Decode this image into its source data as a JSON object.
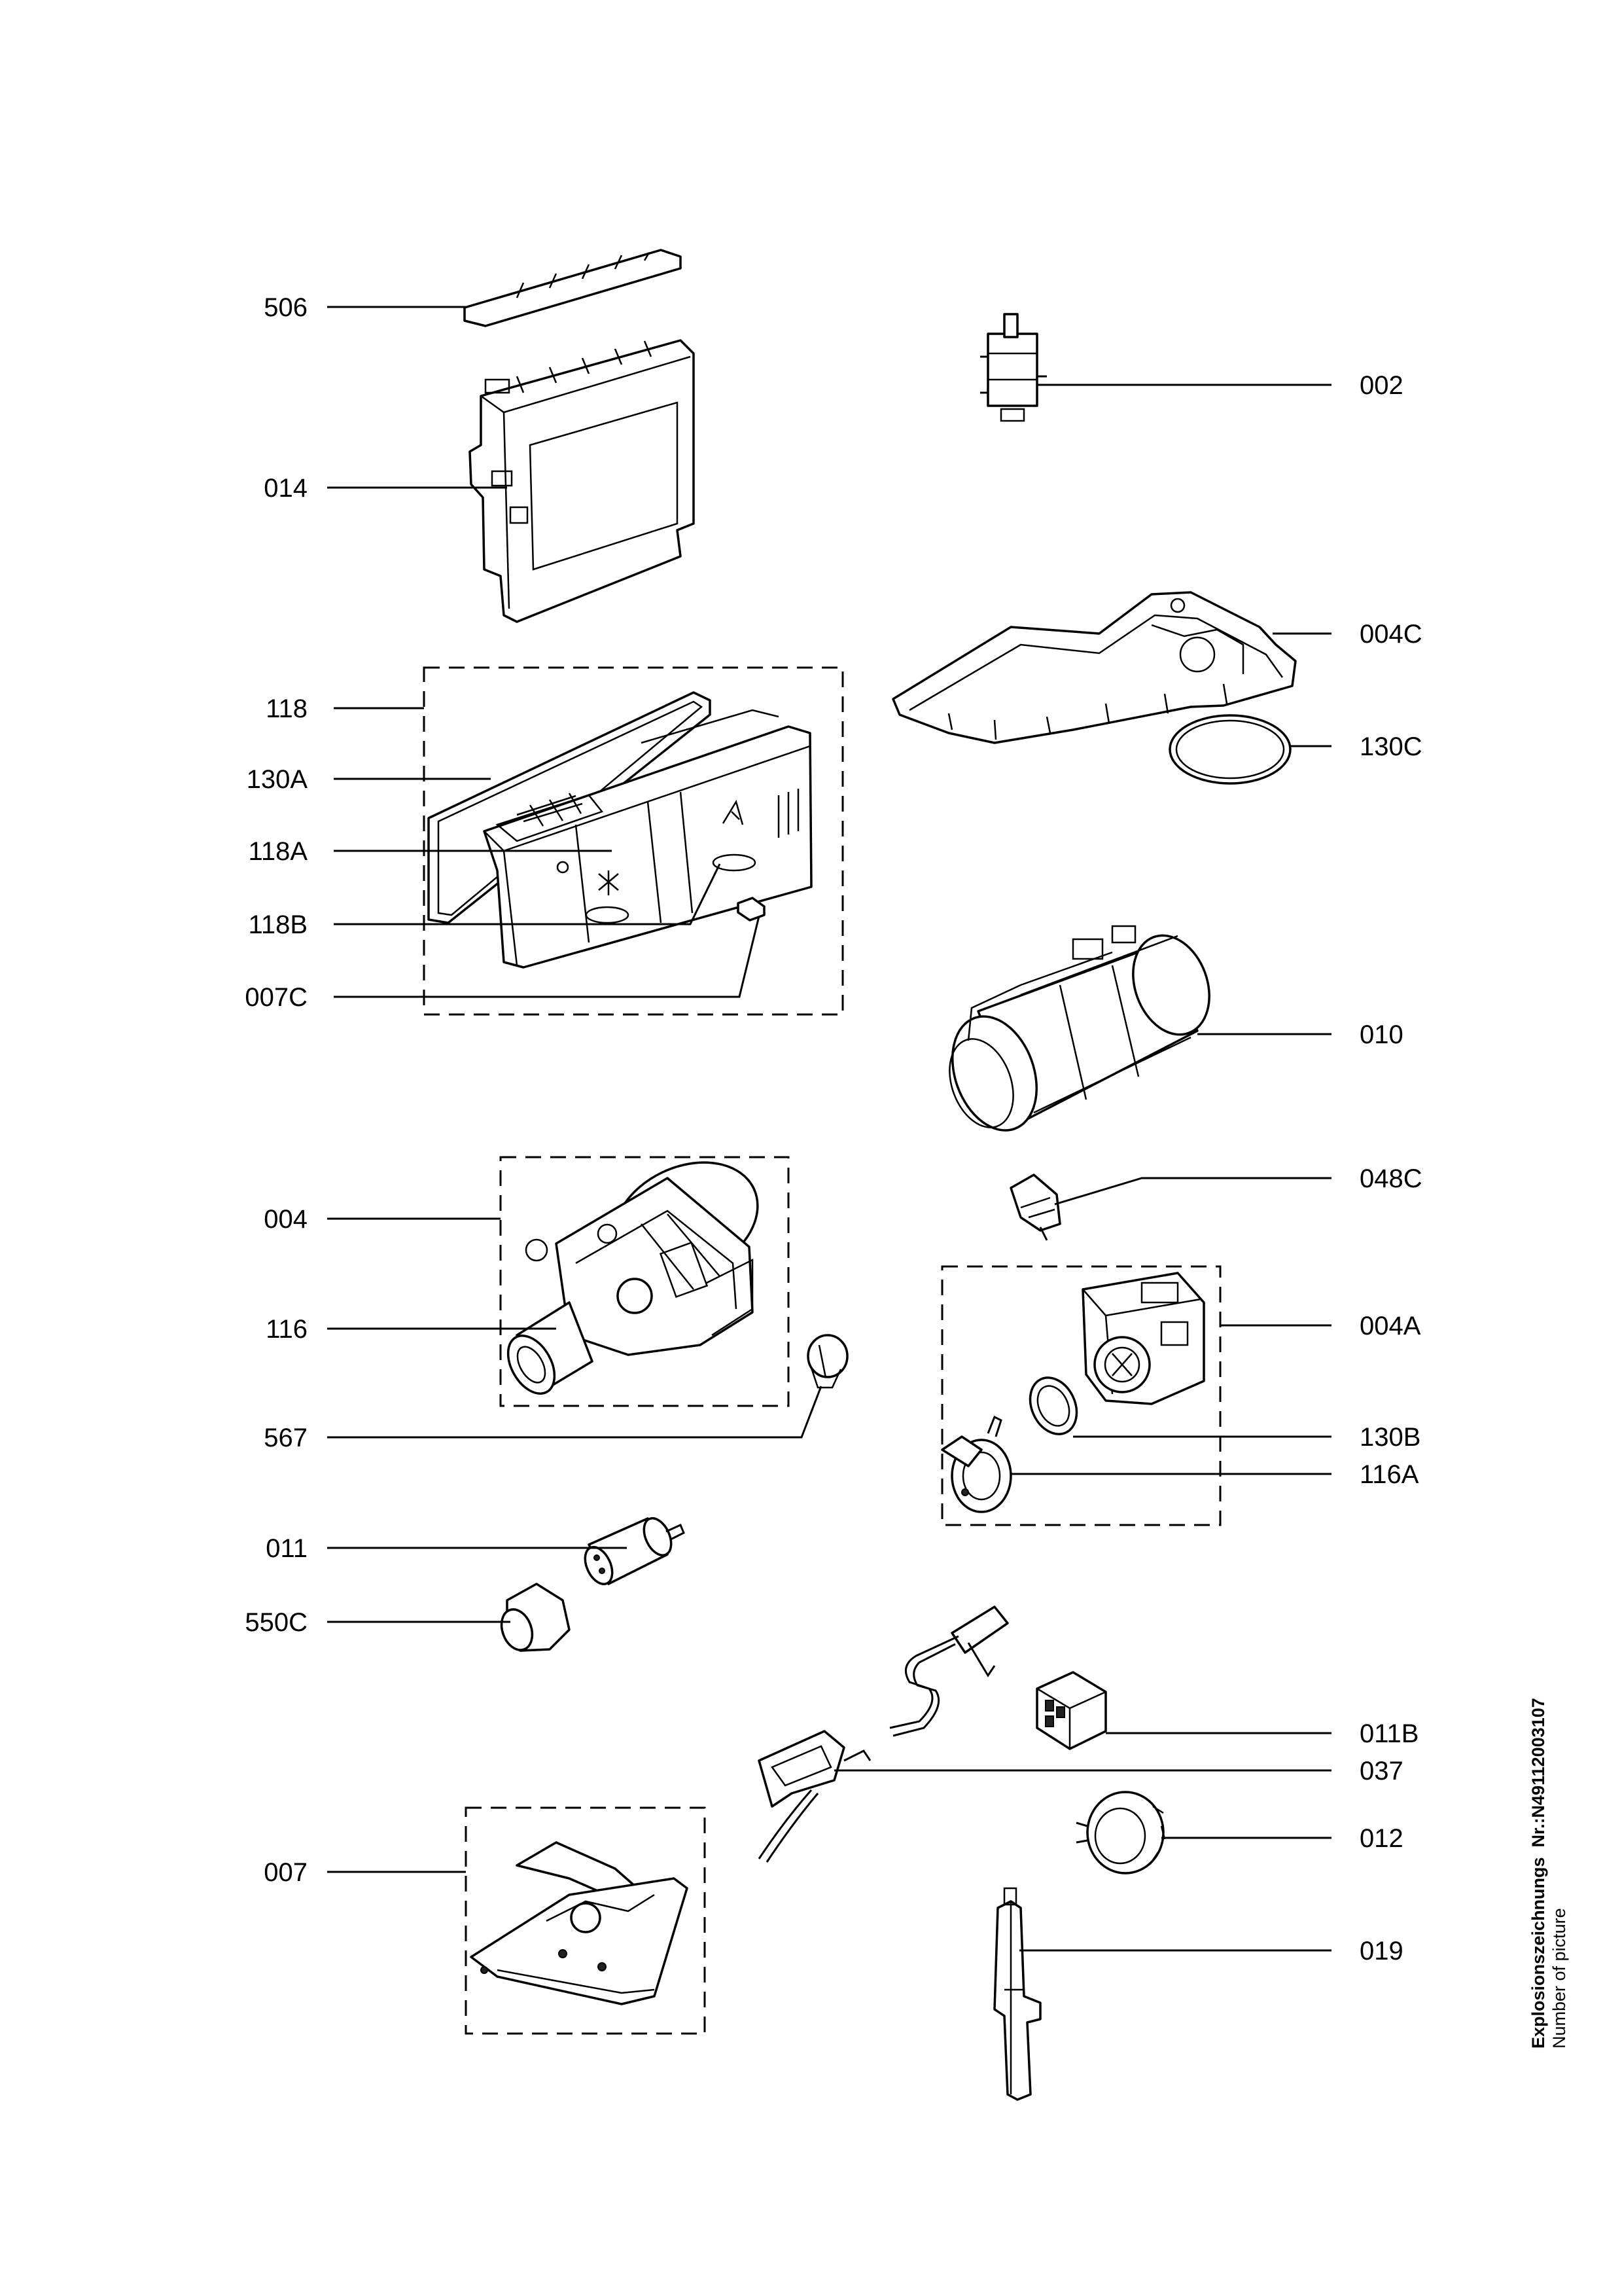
{
  "labels": {
    "p506": "506",
    "p014": "014",
    "p118": "118",
    "p130A": "130A",
    "p118A": "118A",
    "p118B": "118B",
    "p007C": "007C",
    "p004": "004",
    "p116": "116",
    "p567": "567",
    "p011": "011",
    "p550C": "550C",
    "p007": "007",
    "p002": "002",
    "p004C": "004C",
    "p130C": "130C",
    "p010": "010",
    "p048C": "048C",
    "p004A": "004A",
    "p130B": "130B",
    "p116A": "116A",
    "p011B": "011B",
    "p037": "037",
    "p012": "012",
    "p019": "019"
  },
  "footer": {
    "title": "Explosionszeichnungs  Nr.:N49112003107",
    "subtitle": "Number of picture"
  }
}
